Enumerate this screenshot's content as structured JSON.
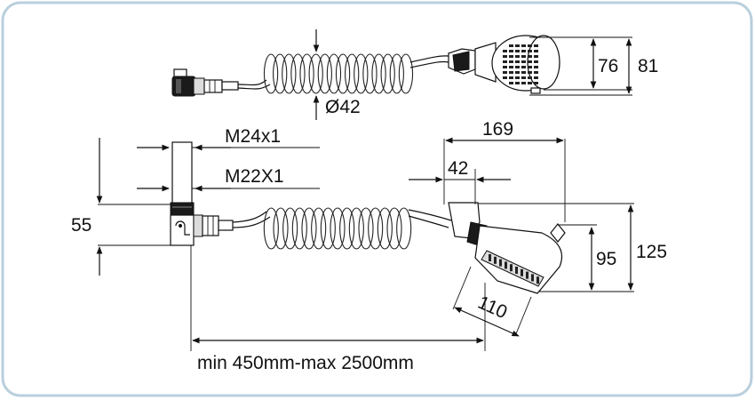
{
  "frame": {
    "border_color": "#b9cfdc"
  },
  "top_view": {
    "dims": {
      "diameter": "Ø42",
      "height_76": "76",
      "height_81": "81"
    }
  },
  "side_view": {
    "dims": {
      "thread_m24": "M24x1",
      "thread_m22": "M22X1",
      "height_55": "55",
      "width_169": "169",
      "width_42": "42",
      "height_95": "95",
      "height_125": "125",
      "diag_110": "110",
      "length": "min 450mm-max 2500mm"
    }
  }
}
